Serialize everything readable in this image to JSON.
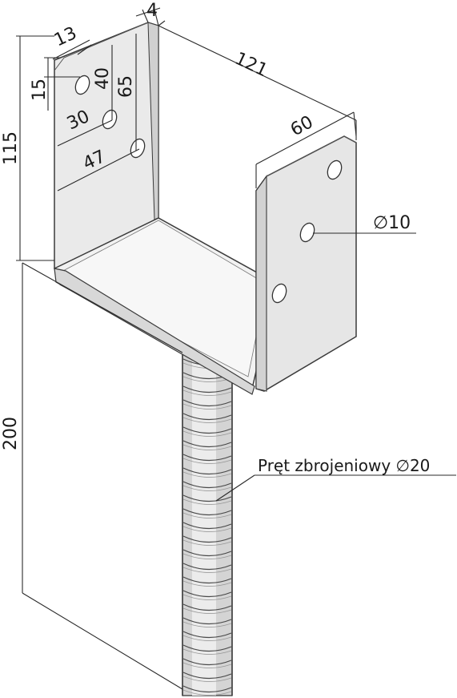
{
  "dimensions": {
    "plate_thickness": "4",
    "edge_to_top_hole": "13",
    "hole_offset_top": "15",
    "second_hole_height": "40",
    "third_hole_height": "65",
    "hole_spacing": "30",
    "bottom_hole_distance": "47",
    "inner_width": "121",
    "side_depth": "60",
    "bracket_height": "115",
    "rod_length": "200",
    "hole_diameter": "∅10"
  },
  "labels": {
    "rebar_label": "Pręt zbrojeniowy ∅20"
  },
  "colors": {
    "metal_face": "#ececec",
    "metal_side": "#d6d6d6",
    "metal_base": "#f4f4f4",
    "rebar": "#d9d9d9",
    "line": "#2a2a2a"
  }
}
